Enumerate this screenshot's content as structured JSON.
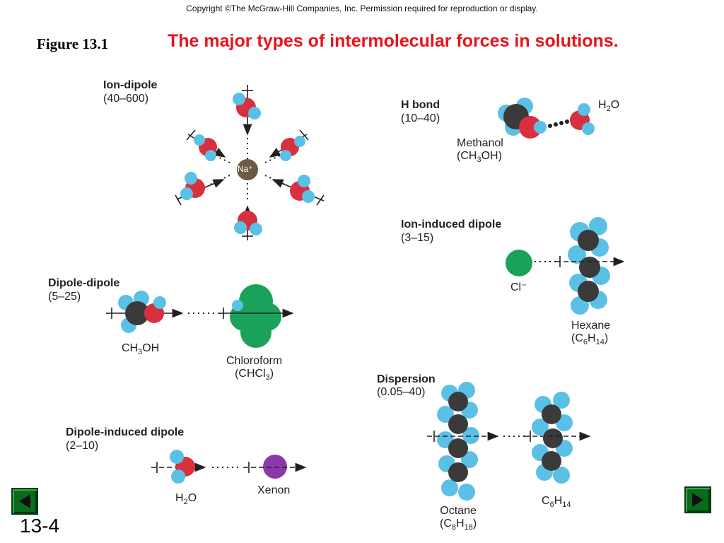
{
  "copyright": "Copyright ©The McGraw-Hill Companies, Inc.  Permission required for reproduction or display.",
  "figure_label": "Figure 13.1",
  "title": "The major types of intermolecular forces in solutions.",
  "sections": {
    "ion_dipole": {
      "title": "Ion-dipole",
      "range": "(40–600)",
      "ion_label": "Na⁺"
    },
    "h_bond": {
      "title": "H bond",
      "range": "(10–40)",
      "label_a_prefix": "Methanol",
      "label_a": "(CH",
      "label_a_sub": "3",
      "label_a_suffix": "OH)",
      "label_b": "H",
      "label_b_sub": "2",
      "label_b_suffix": "O"
    },
    "ion_induced_dipole": {
      "title": "Ion-induced dipole",
      "range": "(3–15)",
      "ion_label": "Cl⁻",
      "molecule_name": "Hexane",
      "formula_pre": "(C",
      "formula_sub1": "6",
      "formula_mid": "H",
      "formula_sub2": "14",
      "formula_post": ")"
    },
    "dipole_dipole": {
      "title": "Dipole-dipole",
      "range": "(5–25)",
      "label_a": "CH",
      "label_a_sub": "3",
      "label_a_suffix": "OH",
      "label_b_name": "Chloroform",
      "label_b_pre": "(CHCl",
      "label_b_sub": "3",
      "label_b_post": ")"
    },
    "dispersion": {
      "title": "Dispersion",
      "range": "(0.05–40)",
      "label_a_name": "Octane",
      "label_a_pre": "(C",
      "label_a_sub1": "8",
      "label_a_mid": "H",
      "label_a_sub2": "18",
      "label_a_post": ")",
      "label_b_pre": "C",
      "label_b_sub1": "6",
      "label_b_mid": "H",
      "label_b_sub2": "14"
    },
    "dipole_induced_dipole": {
      "title": "Dipole-induced dipole",
      "range": "(2–10)",
      "label_a": "H",
      "label_a_sub": "2",
      "label_a_suffix": "O",
      "label_b": "Xenon"
    }
  },
  "slide_number": "13-4",
  "colors": {
    "oxygen": "#d8303f",
    "hydrogen": "#5bc0e6",
    "carbon": "#3a3a3a",
    "chlorine": "#1aa25a",
    "xenon": "#8a3aa8",
    "sodium": "#6b5a44",
    "title_red": "#e8131b",
    "nav_green": "#0a6b1e"
  },
  "nav": {
    "prev_icon": "triangle-left-icon",
    "next_icon": "triangle-right-icon"
  }
}
